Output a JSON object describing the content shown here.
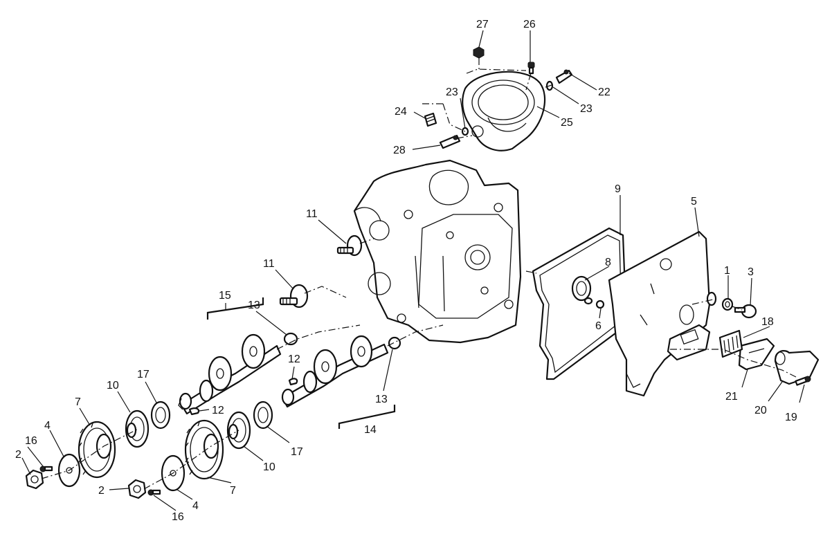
{
  "callouts": [
    {
      "id": "c1",
      "text": "1"
    },
    {
      "id": "c2a",
      "text": "2"
    },
    {
      "id": "c2b",
      "text": "2"
    },
    {
      "id": "c3",
      "text": "3"
    },
    {
      "id": "c4a",
      "text": "4"
    },
    {
      "id": "c4b",
      "text": "4"
    },
    {
      "id": "c5",
      "text": "5"
    },
    {
      "id": "c6",
      "text": "6"
    },
    {
      "id": "c7a",
      "text": "7"
    },
    {
      "id": "c7b",
      "text": "7"
    },
    {
      "id": "c8",
      "text": "8"
    },
    {
      "id": "c9",
      "text": "9"
    },
    {
      "id": "c10a",
      "text": "10"
    },
    {
      "id": "c10b",
      "text": "10"
    },
    {
      "id": "c11a",
      "text": "11"
    },
    {
      "id": "c11b",
      "text": "11"
    },
    {
      "id": "c12a",
      "text": "12"
    },
    {
      "id": "c12b",
      "text": "12"
    },
    {
      "id": "c13a",
      "text": "13"
    },
    {
      "id": "c13b",
      "text": "13"
    },
    {
      "id": "c14",
      "text": "14"
    },
    {
      "id": "c15",
      "text": "15"
    },
    {
      "id": "c16a",
      "text": "16"
    },
    {
      "id": "c16b",
      "text": "16"
    },
    {
      "id": "c17a",
      "text": "17"
    },
    {
      "id": "c17b",
      "text": "17"
    },
    {
      "id": "c18",
      "text": "18"
    },
    {
      "id": "c19",
      "text": "19"
    },
    {
      "id": "c20",
      "text": "20"
    },
    {
      "id": "c21",
      "text": "21"
    },
    {
      "id": "c22",
      "text": "22"
    },
    {
      "id": "c23a",
      "text": "23"
    },
    {
      "id": "c23b",
      "text": "23"
    },
    {
      "id": "c24",
      "text": "24"
    },
    {
      "id": "c25",
      "text": "25"
    },
    {
      "id": "c26",
      "text": "26"
    },
    {
      "id": "c27",
      "text": "27"
    },
    {
      "id": "c28",
      "text": "28"
    }
  ]
}
